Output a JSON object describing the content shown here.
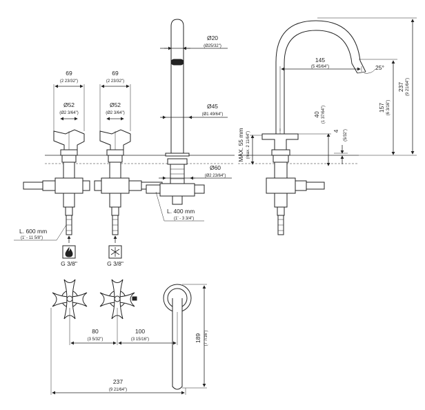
{
  "front": {
    "width_left": "69",
    "width_left_in": "(2 23/32\")",
    "width_mid": "69",
    "width_mid_in": "(2 23/32\")",
    "dia_handle_left": "Ø52",
    "dia_handle_left_in": "(Ø2 3/64\")",
    "dia_handle_mid": "Ø52",
    "dia_handle_mid_in": "(Ø2 3/64\")",
    "dia_spout": "Ø20",
    "dia_spout_in": "(Ø25/32\")",
    "dia_base": "Ø45",
    "dia_base_in": "(Ø1 49/64\")",
    "dia_hole": "Ø60",
    "dia_hole_in": "(Ø2 23/64\")",
    "hose_long": "L. 600 mm",
    "hose_long_in": "(1' - 11 5/8\")",
    "hose_short": "L. 400 mm",
    "hose_short_in": "(1' - 3 3/4\")",
    "thread_hot": "G 3/8\"",
    "thread_cold": "G 3/8\""
  },
  "side": {
    "max_thickness": "MAX. 55 mm",
    "max_thickness_in": "(max. 2 11/64\")",
    "reach": "145",
    "reach_in": "(5 45/64\")",
    "angle": "25°",
    "handle_height": "40",
    "handle_height_in": "(1 37/64\")",
    "gap": "4",
    "gap_in": "(5/32\")",
    "spout_height": "157",
    "spout_height_in": "(6 3/16\")",
    "total_height": "237",
    "total_height_in": "(9 21/64\")"
  },
  "top": {
    "spacing_a": "80",
    "spacing_a_in": "(3 5/32\")",
    "spacing_b": "100",
    "spacing_b_in": "(3 15/16\")",
    "overall_width": "237",
    "overall_width_in": "(9 21/64\")",
    "depth": "189",
    "depth_in": "(7 7/16\")"
  },
  "icons": {
    "hot": "flame-icon",
    "cold": "snowflake-icon"
  }
}
